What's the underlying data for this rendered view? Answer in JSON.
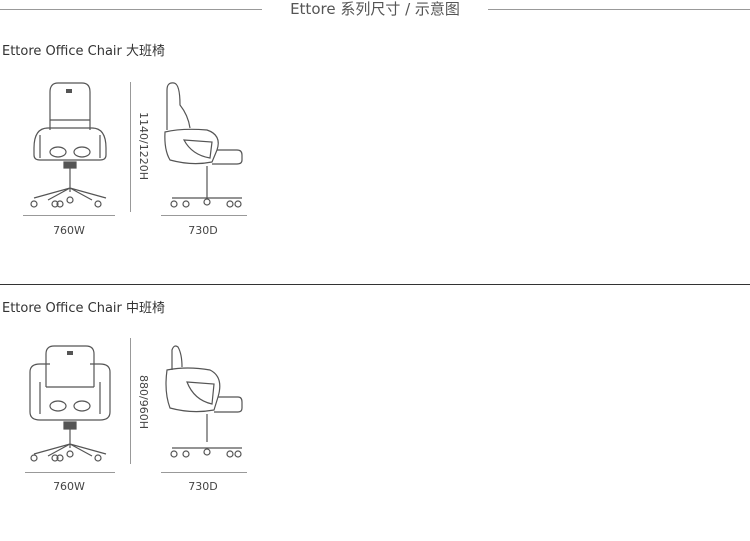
{
  "header": {
    "title": "Ettore  系列尺寸 / 示意图"
  },
  "sections": [
    {
      "title": "Ettore Office Chair 大班椅",
      "width_label": "760W",
      "depth_label": "730D",
      "height_label": "1140/1220H"
    },
    {
      "title": "Ettore Office Chair 中班椅",
      "width_label": "760W",
      "depth_label": "730D",
      "height_label": "880/960H"
    }
  ]
}
